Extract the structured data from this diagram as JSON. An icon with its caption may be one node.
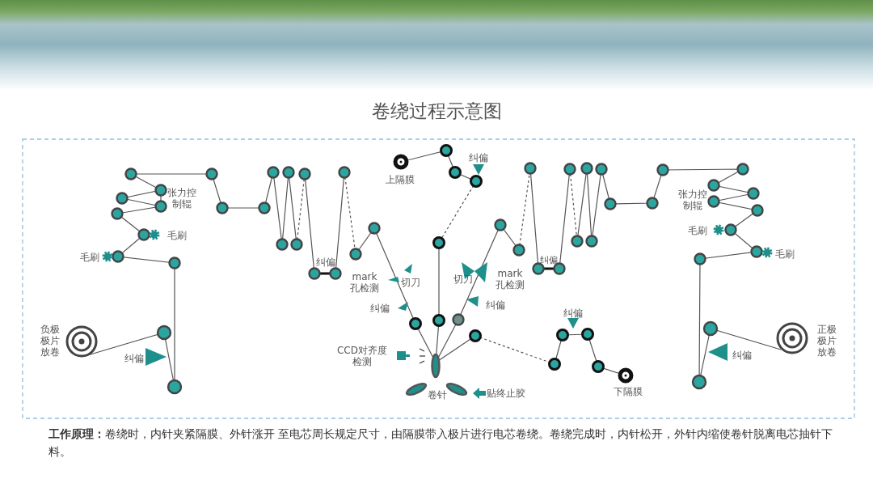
{
  "diagram": {
    "title": "卷绕过程示意图",
    "caption": "**工作原理：**卷绕时，内针夹紧隔膜、外针涨开 至电芯周长规定尺寸，由隔膜带入极片进行电芯卷绕。卷绕完成时，内针松开，外针内缩使卷针脱离电芯抽针下料。",
    "labels": [
      "上隔膜",
      "纠偏",
      "张力控制辊",
      "张力控制辊",
      "毛刷",
      "毛刷",
      "毛刷",
      "纠偏",
      "纠偏",
      "毛刷",
      "mark 孔检测",
      "切刀",
      "切刀",
      "mark 孔检测",
      "纠偏",
      "纠偏",
      "纠偏",
      "负极极片放卷",
      "纠偏",
      "CCD对齐度检测",
      "纠偏",
      "正极极片放卷",
      "卷针",
      "贴终止胶",
      "下隔膜"
    ]
  }
}
